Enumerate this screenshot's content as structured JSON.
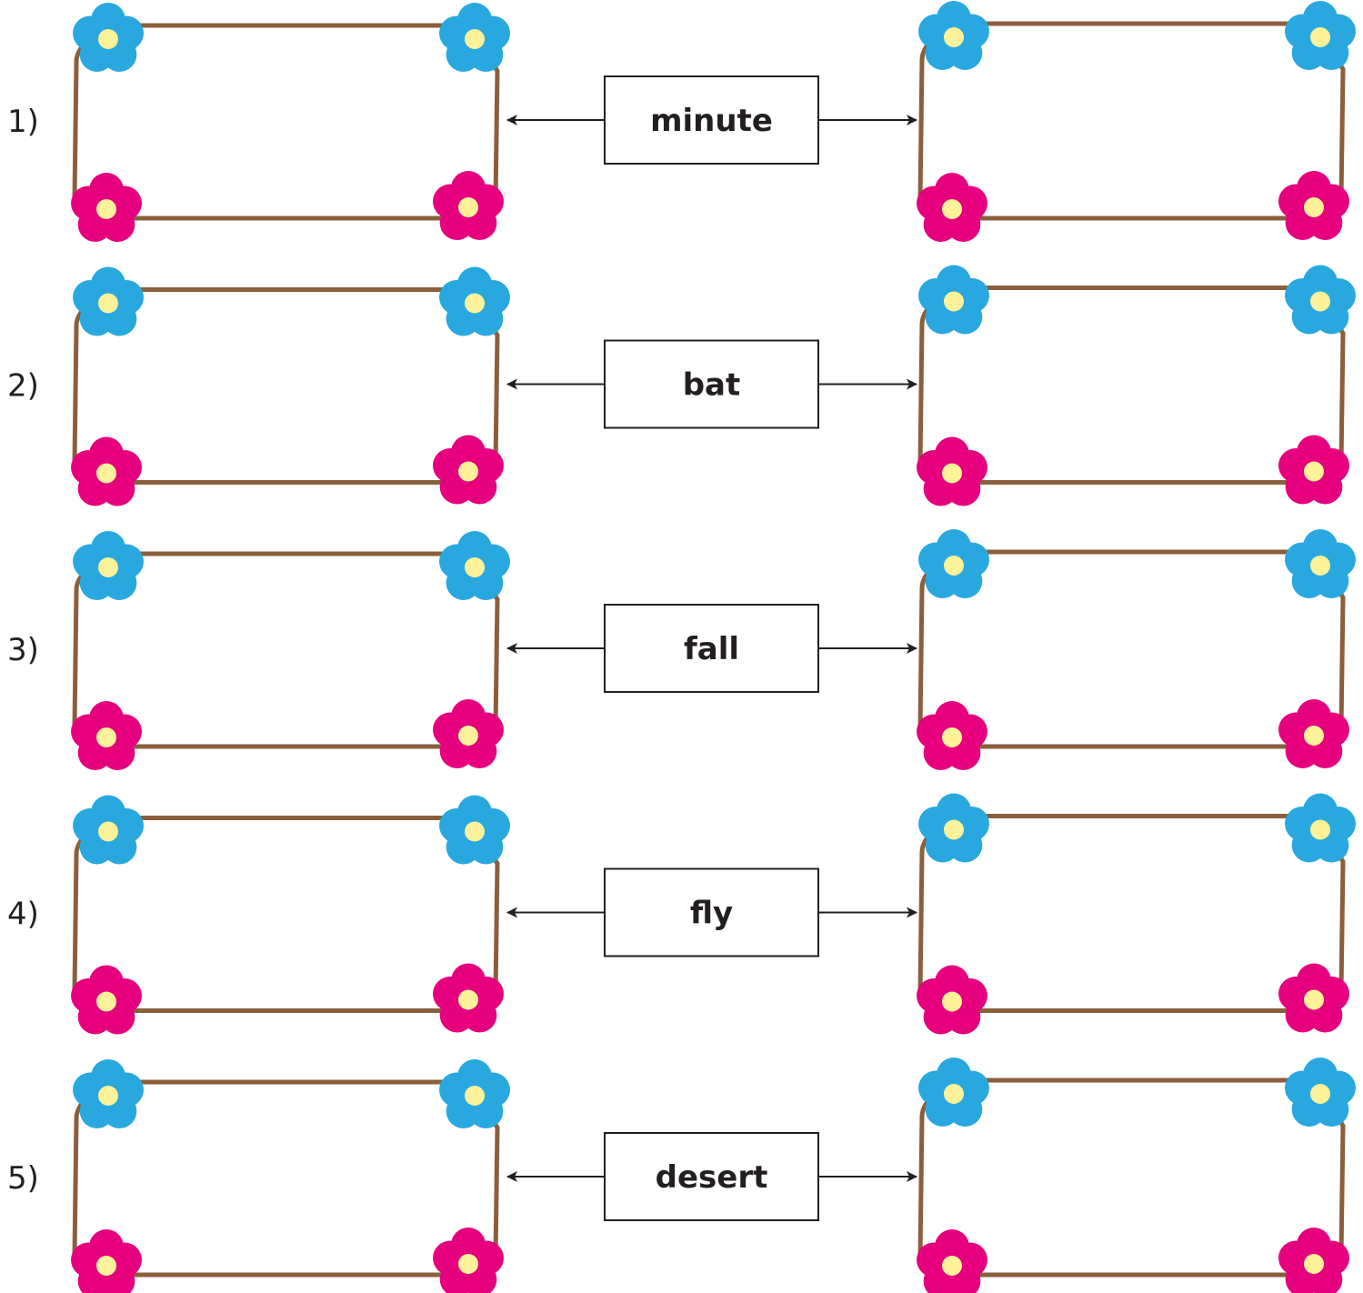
{
  "colors": {
    "frame_border": "#8b5e3c",
    "flower_blue": "#29a8e0",
    "flower_pink": "#e6007e",
    "flower_center": "#fdf199",
    "word_box_border": "#231f20",
    "arrow": "#231f20",
    "text": "#231f20"
  },
  "icons": {
    "frame_decoration": "flower-icon",
    "connector": "double-arrow-icon"
  },
  "rows": [
    {
      "number": "1)",
      "word": "minute"
    },
    {
      "number": "2)",
      "word": "bat"
    },
    {
      "number": "3)",
      "word": "fall"
    },
    {
      "number": "4)",
      "word": "fly"
    },
    {
      "number": "5)",
      "word": "desert"
    }
  ]
}
